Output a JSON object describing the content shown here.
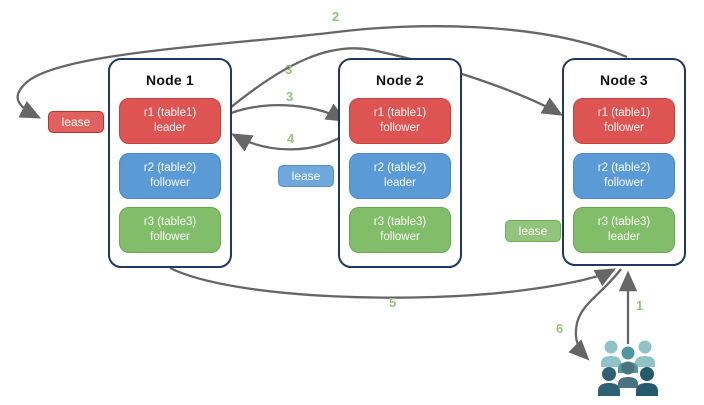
{
  "nodes": [
    {
      "title": "Node 1",
      "replicas": [
        {
          "name": "r1 (table1)",
          "role": "leader",
          "color": "#DD5452"
        },
        {
          "name": "r2 (table2)",
          "role": "follower",
          "color": "#5B9BD5"
        },
        {
          "name": "r3 (table3)",
          "role": "follower",
          "color": "#82BD69"
        }
      ]
    },
    {
      "title": "Node 2",
      "replicas": [
        {
          "name": "r1 (table1)",
          "role": "follower",
          "color": "#DD5452"
        },
        {
          "name": "r2 (table2)",
          "role": "leader",
          "color": "#5B9BD5"
        },
        {
          "name": "r3 (table3)",
          "role": "follower",
          "color": "#82BD69"
        }
      ]
    },
    {
      "title": "Node 3",
      "replicas": [
        {
          "name": "r1 (table1)",
          "role": "follower",
          "color": "#DD5452"
        },
        {
          "name": "r2 (table2)",
          "role": "follower",
          "color": "#5B9BD5"
        },
        {
          "name": "r3 (table3)",
          "role": "leader",
          "color": "#82BD69"
        }
      ]
    }
  ],
  "leases": [
    {
      "label": "lease",
      "color": "#E0625F"
    },
    {
      "label": "lease",
      "color": "#6FA8DC"
    },
    {
      "label": "lease",
      "color": "#93C47D"
    }
  ],
  "arrow_labels": [
    {
      "text": "2"
    },
    {
      "text": "3"
    },
    {
      "text": "3"
    },
    {
      "text": "4"
    },
    {
      "text": "5"
    },
    {
      "text": "1"
    },
    {
      "text": "6"
    }
  ],
  "icons": {
    "users": "users-group-icon"
  },
  "colors": {
    "node_border": "#1F3864",
    "arrow": "#666666",
    "step_label": "#93C47D",
    "users_back": "#8FC3C5",
    "users_mid": "#4E96A0",
    "users_front": "#2E6174"
  }
}
